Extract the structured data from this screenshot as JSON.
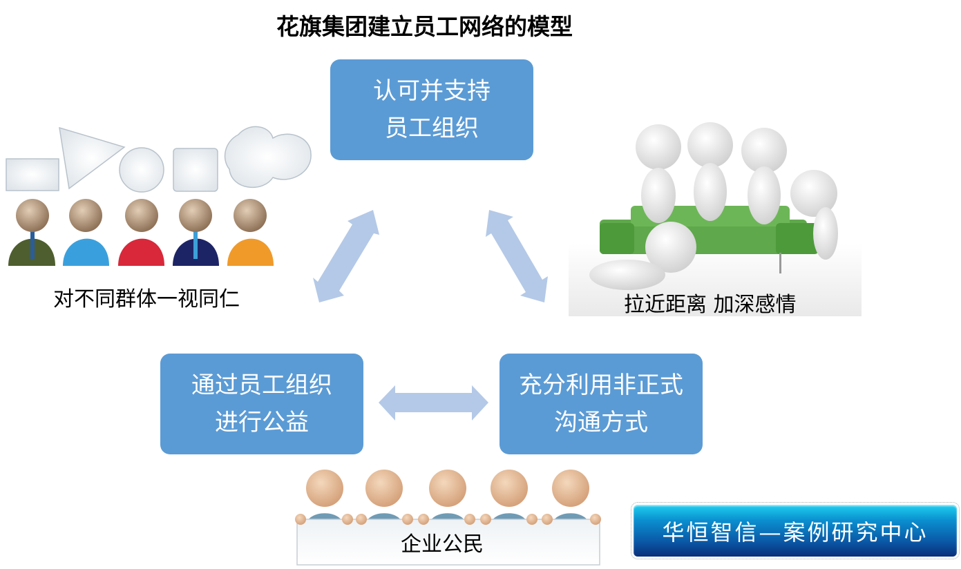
{
  "title": "花旗集团建立员工网络的模型",
  "boxes": {
    "top": {
      "line1": "认可并支持",
      "line2": "员工组织"
    },
    "bottom_left": {
      "line1": "通过员工组织",
      "line2": "进行公益"
    },
    "bottom_right": {
      "line1": "充分利用非正式",
      "line2": "沟通方式"
    }
  },
  "captions": {
    "left": "对不同群体一视同仁",
    "right": "拉近距离  加深感情",
    "bottom": "企业公民"
  },
  "badge": "华恒智信—案例研究中心",
  "colors": {
    "box": "#5b9bd5",
    "arrow": "#b4c9e7",
    "sofa": "#5fa84b",
    "head": "#c9a98a",
    "suits": [
      "#4e5e2e",
      "#3aa0dd",
      "#d8283a",
      "#1d2466",
      "#f09a2a"
    ]
  }
}
